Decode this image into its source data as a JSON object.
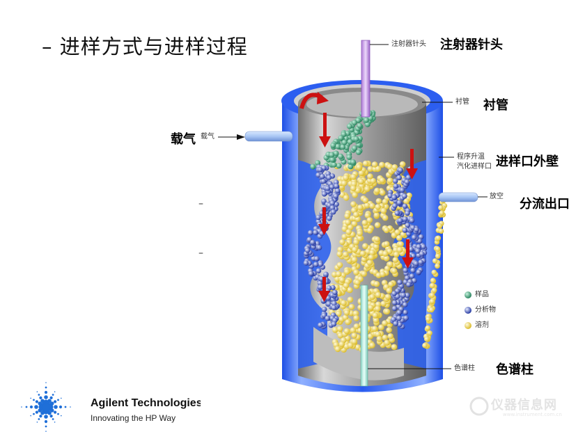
{
  "title": "– 进样方式与进样过程",
  "labels": {
    "syringe_small": "注射器针头",
    "syringe_bold": "注射器针头",
    "liner_small": "衬管",
    "liner_bold": "衬管",
    "carrier_bold": "载气",
    "carrier_small": "载气",
    "wall_small_1": "程序升温",
    "wall_small_2": "汽化进样口",
    "wall_bold": "进样口外壁",
    "vent_small": "放空",
    "vent_bold": "分流出口",
    "column_small": "色谱柱",
    "column_bold": "色谱柱"
  },
  "dashes": [
    "–",
    "–"
  ],
  "legend": [
    {
      "label": "样品",
      "color": "#2e9a6e"
    },
    {
      "label": "分析物",
      "color": "#2244bb"
    },
    {
      "label": "溶剂",
      "color": "#f3e24a"
    }
  ],
  "logo": {
    "name": "Agilent Technologies",
    "tagline": "Innovating the HP Way"
  },
  "watermark": {
    "text": "仪器信息网",
    "sub": "www.instrument.com.cn"
  },
  "colors": {
    "sample": "#2e9a6e",
    "analyte": "#2244bb",
    "solvent": "#f3e24a",
    "wall": "#3a6ef0",
    "liner": "#9a9a9a",
    "arrow": "#cc1111"
  }
}
